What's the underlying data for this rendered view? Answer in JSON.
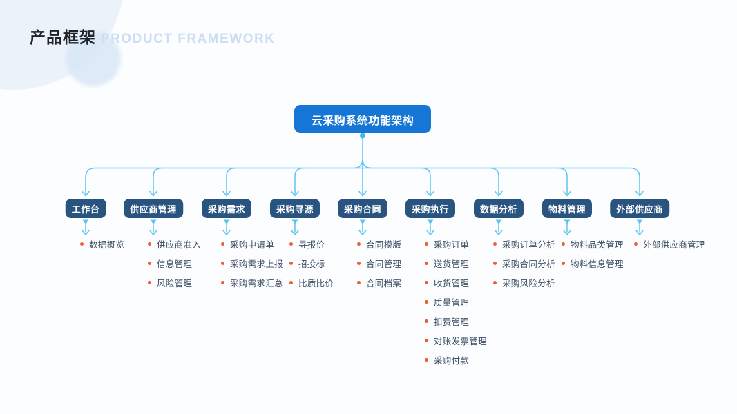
{
  "header": {
    "title": "产品框架",
    "subtitle": "PRODUCT FRAMEWORK"
  },
  "root": {
    "label": "云采购系统功能架构"
  },
  "branches": [
    {
      "label": "工作台",
      "items": [
        "数据概览"
      ]
    },
    {
      "label": "供应商管理",
      "items": [
        "供应商准入",
        "信息管理",
        "风险管理"
      ]
    },
    {
      "label": "采购需求",
      "items": [
        "采购申请单",
        "采购需求上报",
        "采购需求汇总"
      ]
    },
    {
      "label": "采购寻源",
      "items": [
        "寻报价",
        "招投标",
        "比质比价"
      ]
    },
    {
      "label": "采购合同",
      "items": [
        "合同模版",
        "合同管理",
        "合同档案"
      ]
    },
    {
      "label": "采购执行",
      "items": [
        "采购订单",
        "送货管理",
        "收货管理",
        "质量管理",
        "扣费管理",
        "对账发票管理",
        "采购付款"
      ]
    },
    {
      "label": "数据分析",
      "items": [
        "采购订单分析",
        "采购合同分析",
        "采购风险分析"
      ]
    },
    {
      "label": "物料管理",
      "items": [
        "物料品类管理",
        "物料信息管理"
      ]
    },
    {
      "label": "外部供应商",
      "items": [
        "外部供应商管理"
      ]
    }
  ],
  "colors": {
    "root_fill": "#1576d5",
    "branch_fill": "#295480",
    "connector": "#5bc5f2",
    "connector_dot": "#42b7ee",
    "bullet": "#ec5c2e",
    "leaf_text": "#3c4d63",
    "title_text": "#1f2329",
    "subtitle_text": "#cdddf2"
  }
}
